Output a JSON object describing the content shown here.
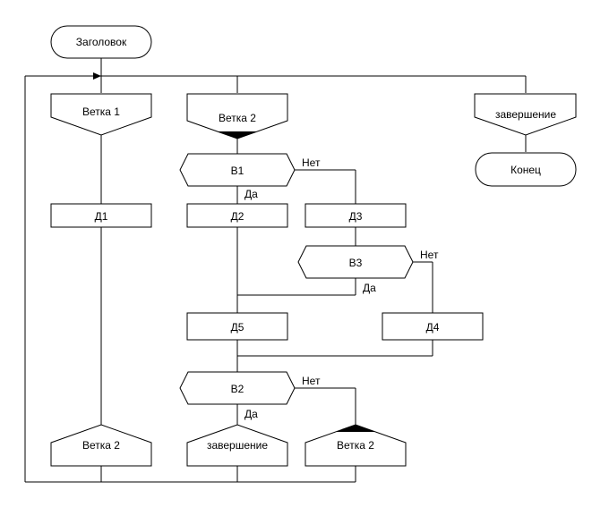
{
  "diagram": {
    "title_block": "Заголовок",
    "end_block": "Конец",
    "branches": {
      "b1": "Ветка 1",
      "b2": "Ветка 2",
      "finish": "завершение"
    },
    "actions": {
      "d1": "Д1",
      "d2": "Д2",
      "d3": "Д3",
      "d4": "Д4",
      "d5": "Д5"
    },
    "conditions": {
      "c1": "В1",
      "c2": "В3",
      "c3": "В2"
    },
    "address_blocks": {
      "left": "Ветка 2",
      "middle": "завершение",
      "right": "Ветка 2"
    },
    "edge_labels": {
      "yes": "Да",
      "no": "Нет"
    }
  }
}
